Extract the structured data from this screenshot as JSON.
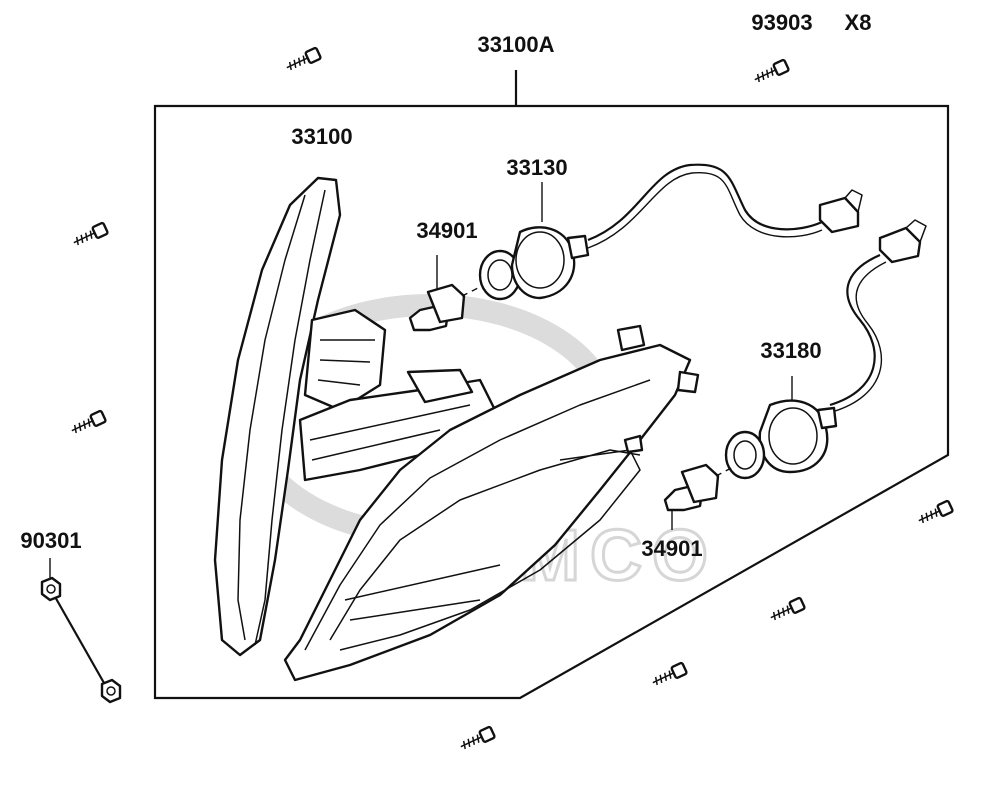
{
  "diagram": {
    "labels": {
      "assembly": "33100A",
      "screw_part": "93903",
      "screw_qty": "X8",
      "lens_housing": "33100",
      "socket_upper": "33130",
      "bulb_upper": "34901",
      "socket_lower": "33180",
      "bulb_lower": "34901",
      "nut": "90301"
    },
    "watermark": "KYMCO"
  },
  "colors": {
    "line": "#111111",
    "watermark": "#d6d6d6",
    "background": "#ffffff"
  }
}
